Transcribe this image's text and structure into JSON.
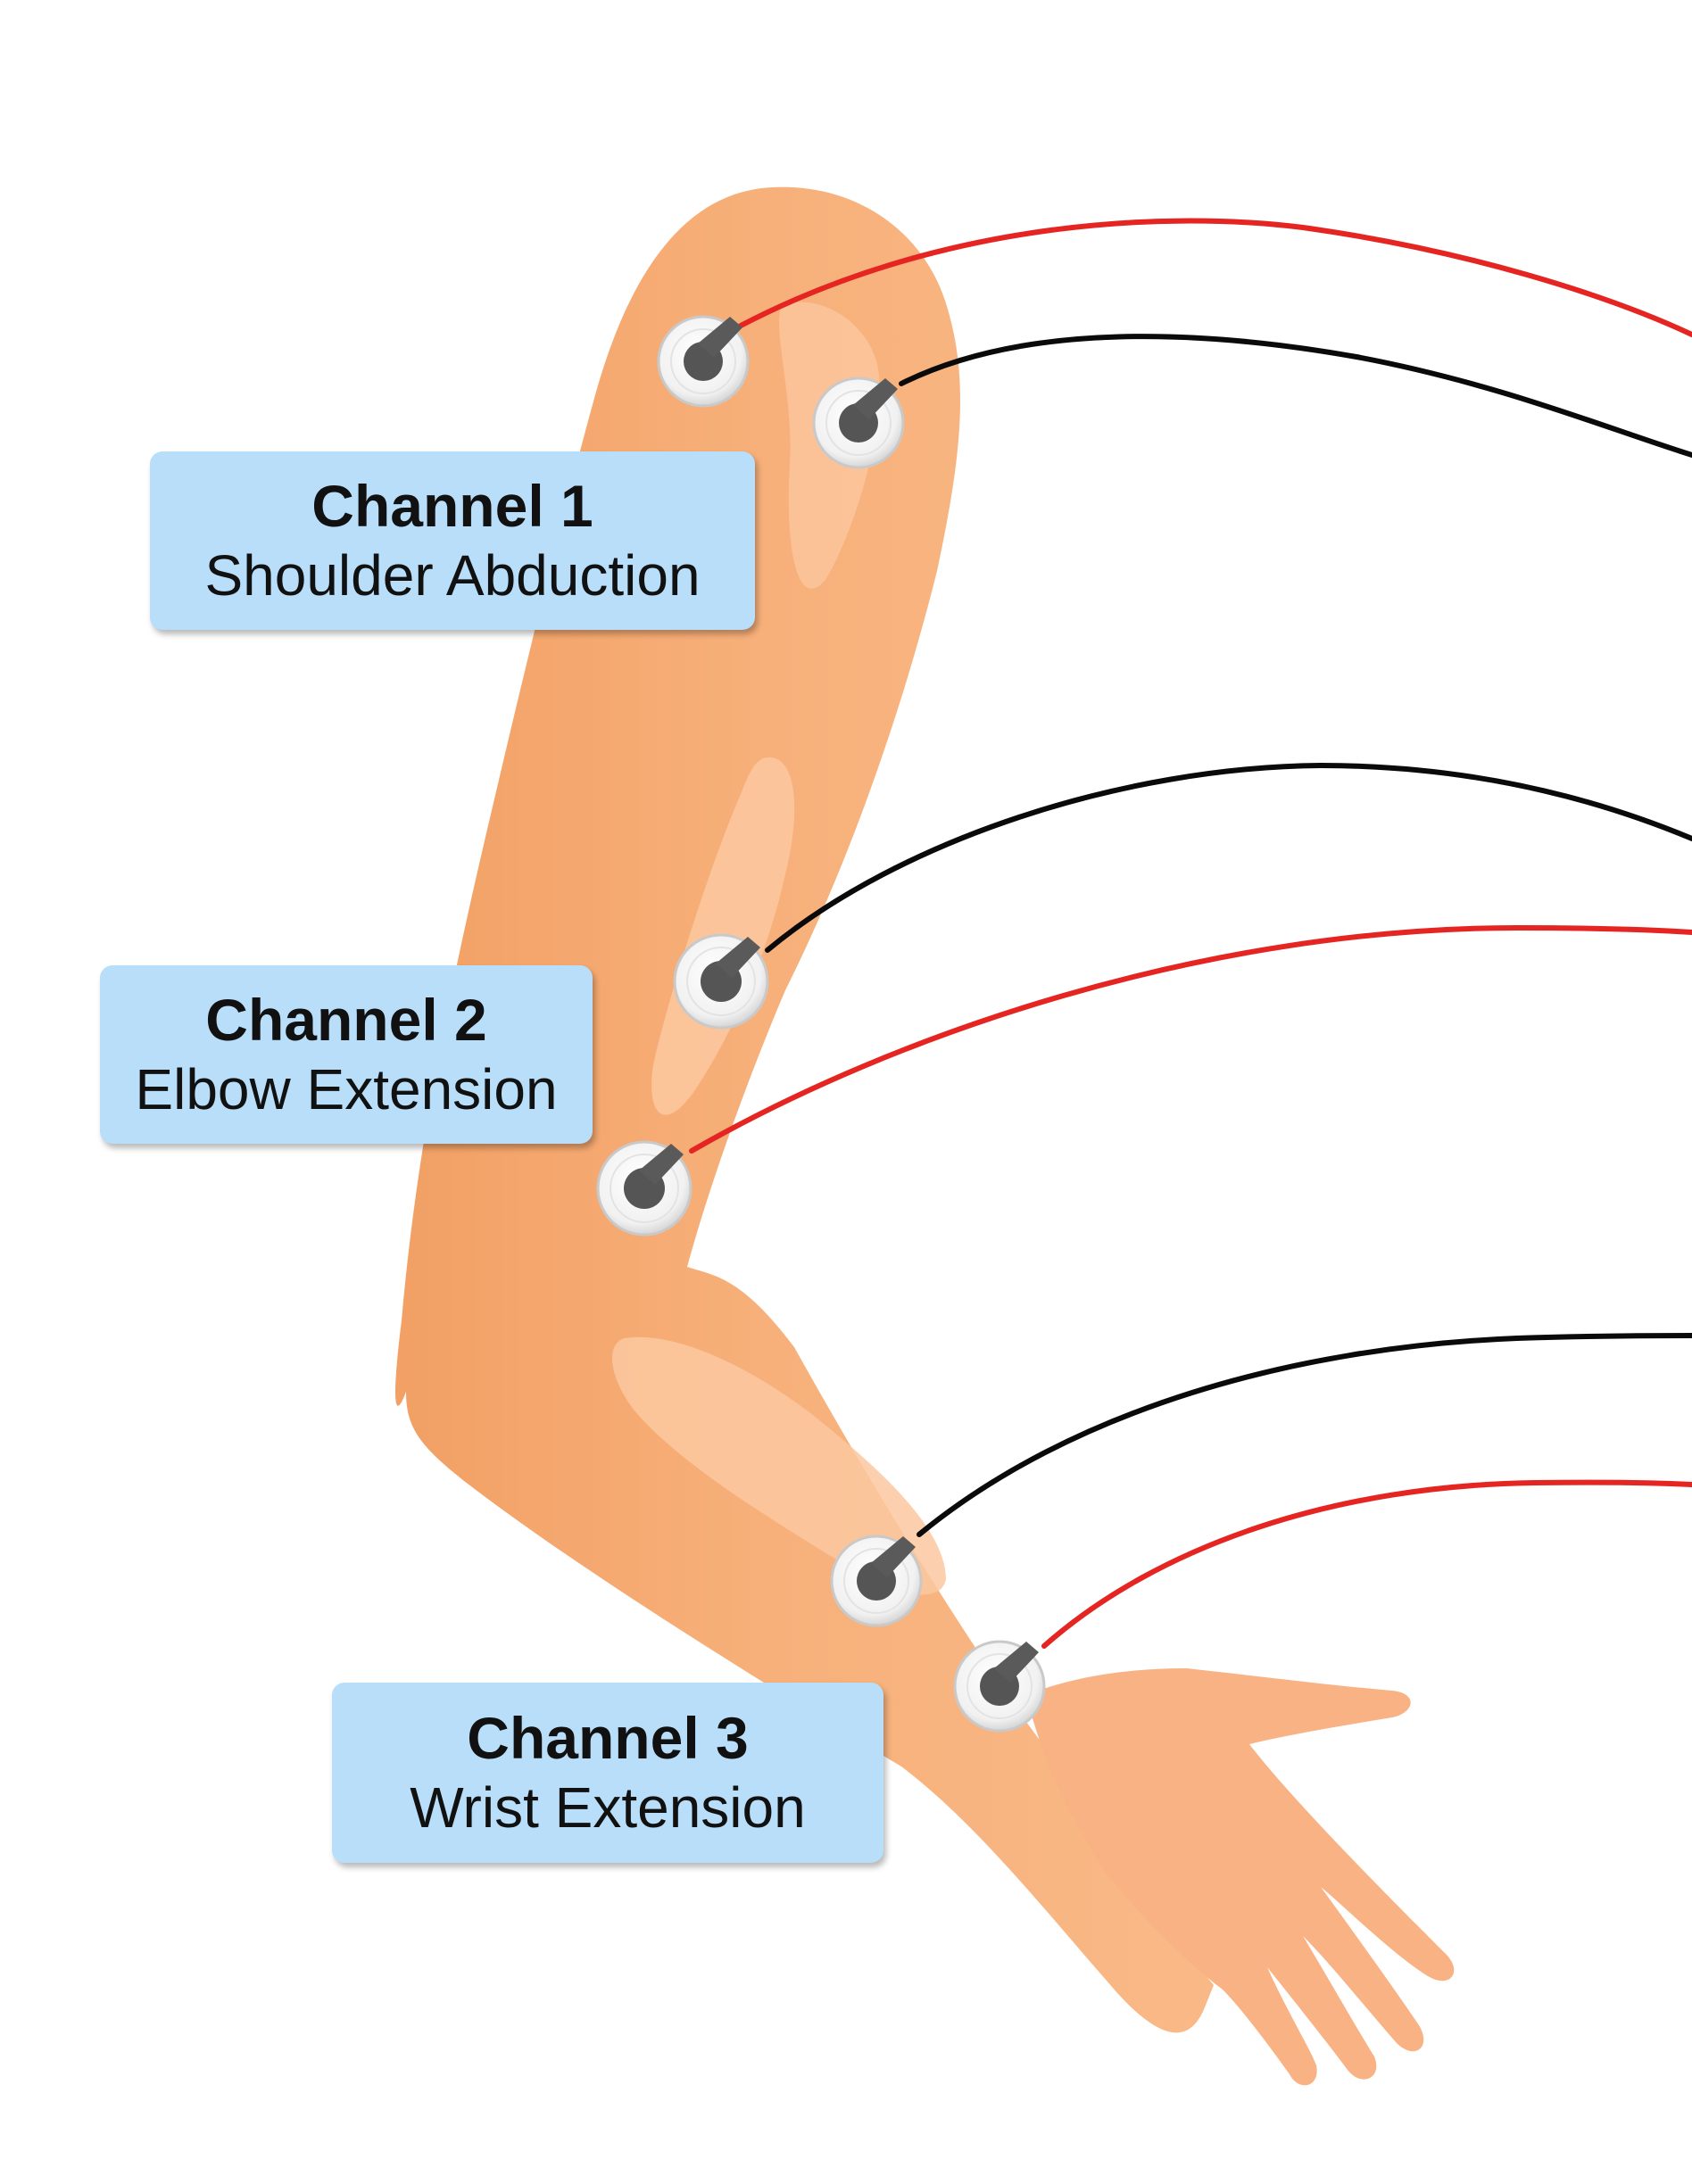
{
  "diagram": {
    "colors": {
      "background": "#ffffff",
      "skin": "#f5a96e",
      "skin_highlight": "#fcc8a0",
      "label_fill": "#b8def9",
      "positive_lead": "#e52521",
      "negative_lead": "#0a0a0a",
      "electrode_pad": "#f4f4f4",
      "electrode_connector": "#555555"
    },
    "channels": [
      {
        "title": "Channel 1",
        "movement": "Shoulder Abduction",
        "color": "#b8def9"
      },
      {
        "title": "Channel 2",
        "movement": "Elbow Extension",
        "color": "#b8def9"
      },
      {
        "title": "Channel 3",
        "movement": "Wrist Extension",
        "color": "#b8def9"
      }
    ]
  }
}
